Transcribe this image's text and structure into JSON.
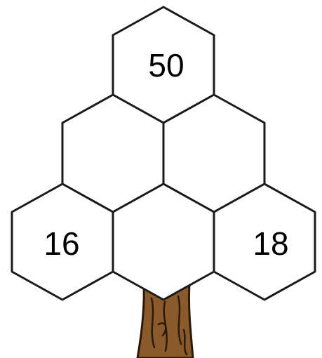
{
  "puzzle": {
    "top": {
      "value": "50"
    },
    "middle_left": {
      "value": ""
    },
    "middle_right": {
      "value": ""
    },
    "bottom_left": {
      "value": "16"
    },
    "bottom_center": {
      "value": ""
    },
    "bottom_right": {
      "value": "18"
    }
  },
  "colors": {
    "cell_fill": "#ffffff",
    "cell_stroke": "#1a1a1a",
    "trunk": "#8b5a2b",
    "bark": "#2a1a0c"
  },
  "icons": {
    "trunk": "tree-trunk-icon"
  }
}
